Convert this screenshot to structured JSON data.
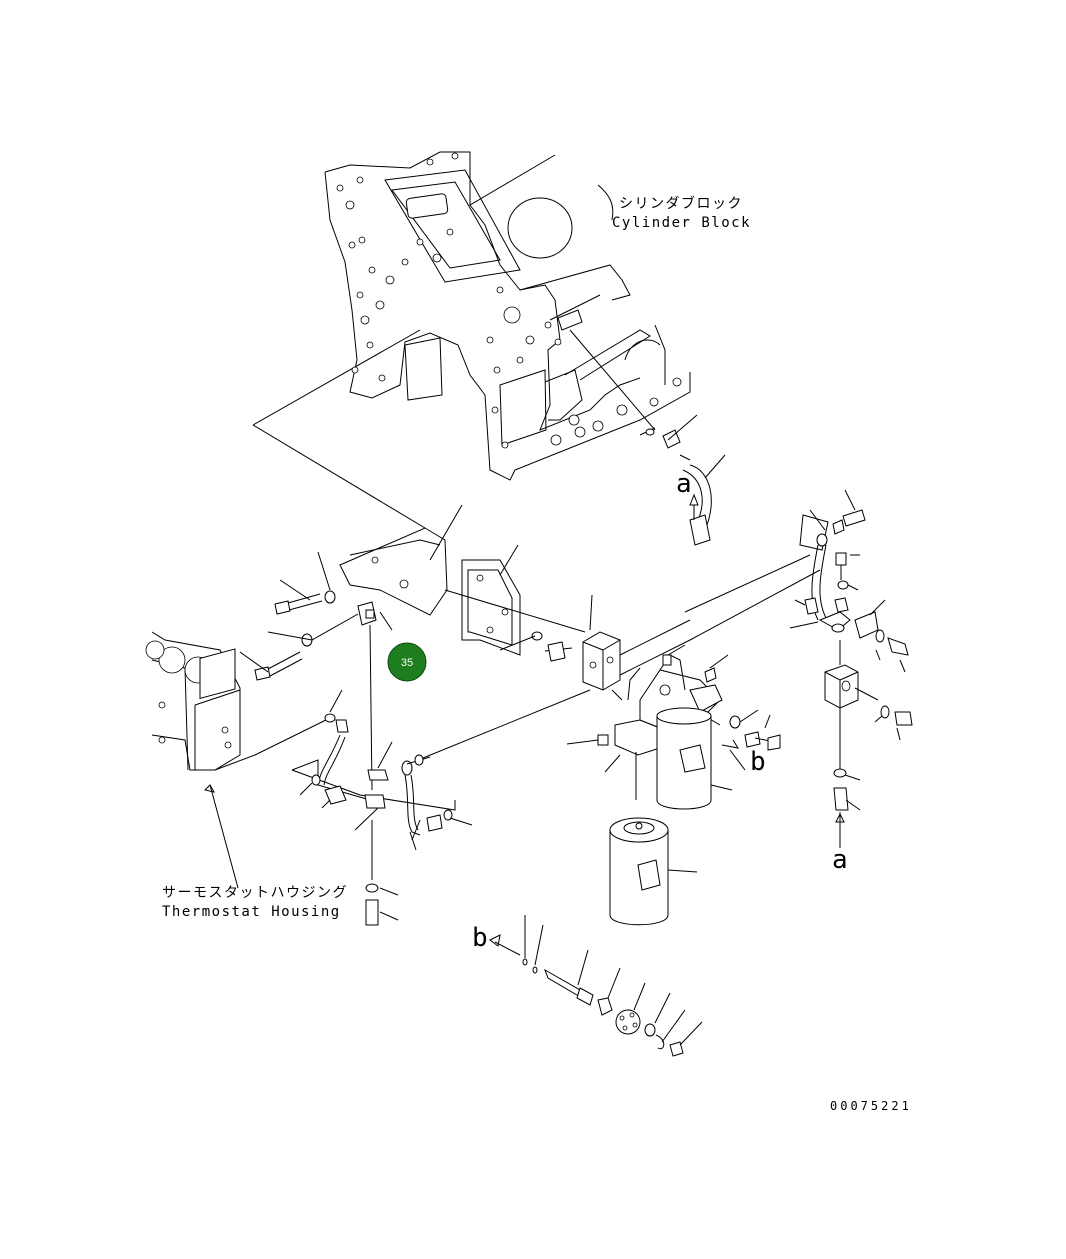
{
  "labels": {
    "cylinder_block_jp": "シリンダブロック",
    "cylinder_block_en": "Cylinder Block",
    "thermostat_housing_jp": "サーモスタットハウジング",
    "thermostat_housing_en": "Thermostat Housing"
  },
  "callout": {
    "number": "35",
    "color": "#1e7d1e"
  },
  "view_refs": {
    "a1": "a",
    "a2": "a",
    "b1": "b",
    "b2": "b"
  },
  "document_number": "00075221"
}
